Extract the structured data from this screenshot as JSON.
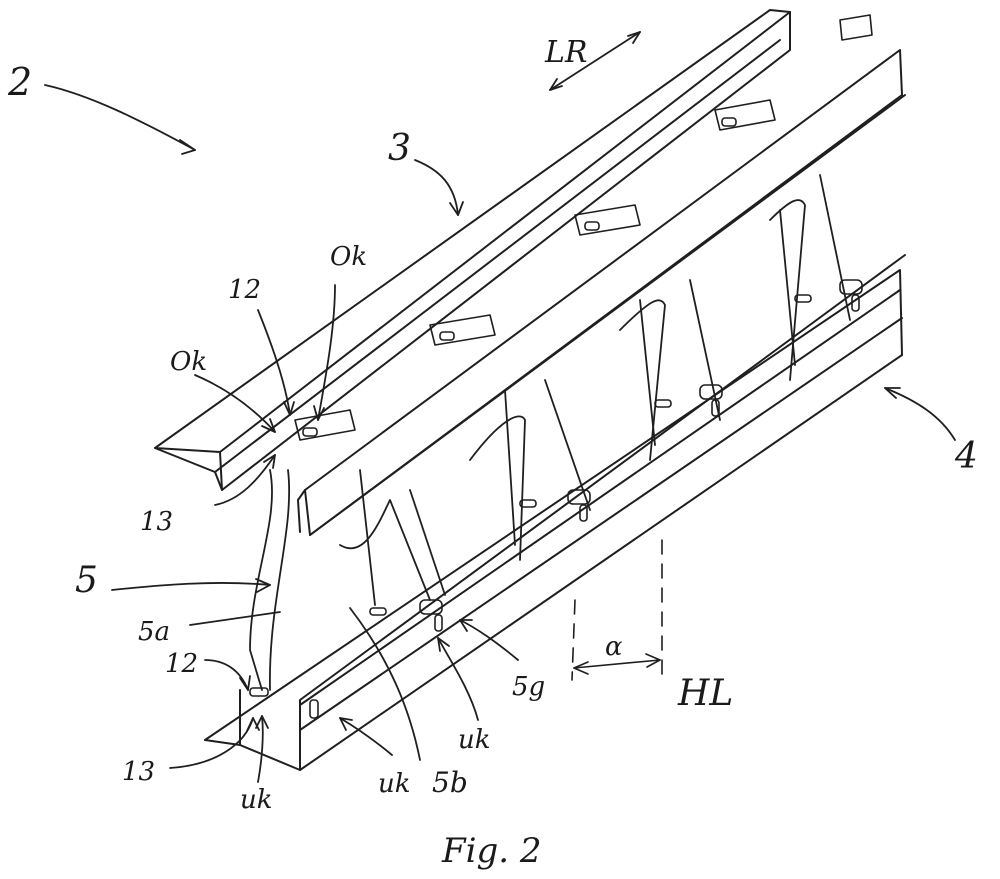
{
  "figure": {
    "caption": "Fig. 2",
    "ink_color": "#1f1f1f",
    "background": "#ffffff"
  },
  "labels": {
    "ref_2": "2",
    "ref_3": "3",
    "ref_4": "4",
    "ref_5": "5",
    "ref_5a": "5a",
    "ref_5b": "5b",
    "ref_5g": "5g",
    "ref_12_top": "12",
    "ref_12_bottom": "12",
    "ref_13_top": "13",
    "ref_13_bottom": "13",
    "ok_1": "Ok",
    "ok_2": "Ok",
    "uk_1": "uk",
    "uk_2": "uk",
    "uk_3": "uk",
    "lr": "LR",
    "hl": "HL",
    "alpha": "α"
  }
}
